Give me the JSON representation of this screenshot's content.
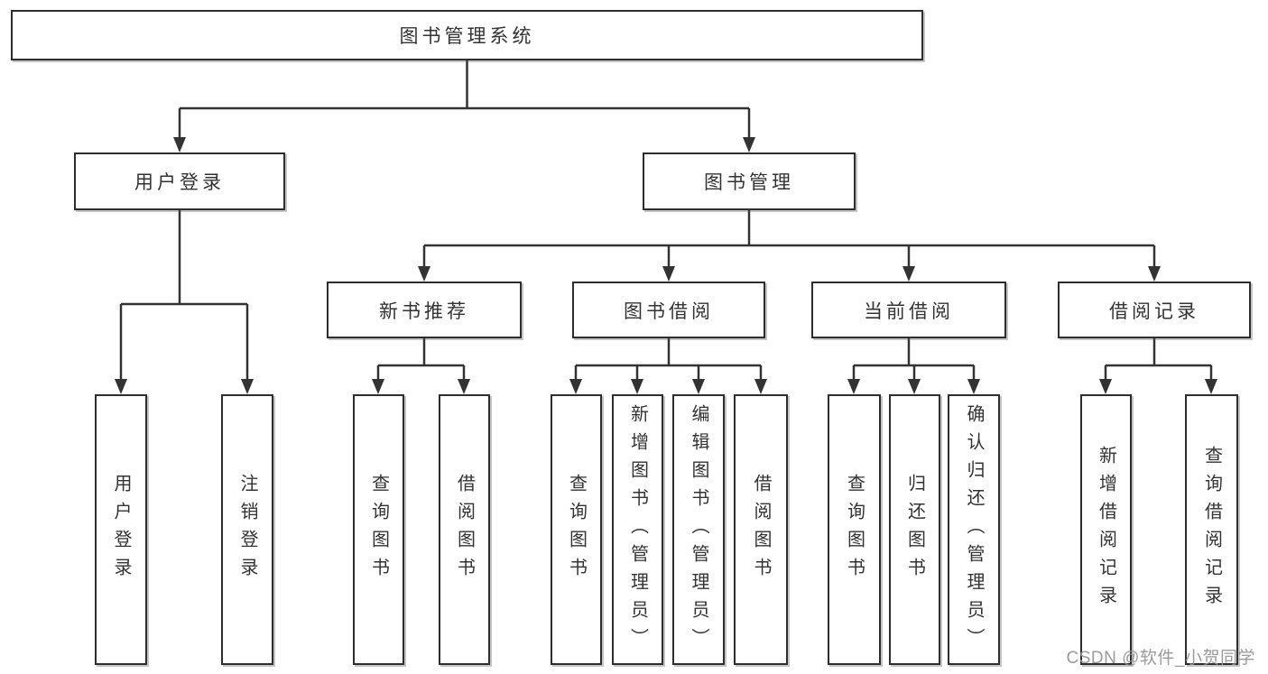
{
  "diagram": {
    "root": {
      "label": "图书管理系统"
    },
    "level2": [
      {
        "label": "用户登录"
      },
      {
        "label": "图书管理"
      }
    ],
    "level3": [
      {
        "label": "新书推荐"
      },
      {
        "label": "图书借阅"
      },
      {
        "label": "当前借阅"
      },
      {
        "label": "借阅记录"
      }
    ],
    "leaves": {
      "login": [
        {
          "label": "用户登录"
        },
        {
          "label": "注销登录"
        }
      ],
      "recommend": [
        {
          "label": "查询图书"
        },
        {
          "label": "借阅图书"
        }
      ],
      "borrow": [
        {
          "label": "查询图书"
        },
        {
          "label": "新增图书（管理员）"
        },
        {
          "label": "编辑图书（管理员）"
        },
        {
          "label": "借阅图书"
        }
      ],
      "current": [
        {
          "label": "查询图书"
        },
        {
          "label": "归还图书"
        },
        {
          "label": "确认归还（管理员）"
        }
      ],
      "records": [
        {
          "label": "新增借阅记录"
        },
        {
          "label": "查询借阅记录"
        }
      ]
    },
    "watermark": "CSDN @软件_小贺同学",
    "colors": {
      "line": "#333333",
      "box_border": "#2e2e2e",
      "text": "#333333",
      "watermark": "#929292",
      "background": "#ffffff"
    }
  }
}
